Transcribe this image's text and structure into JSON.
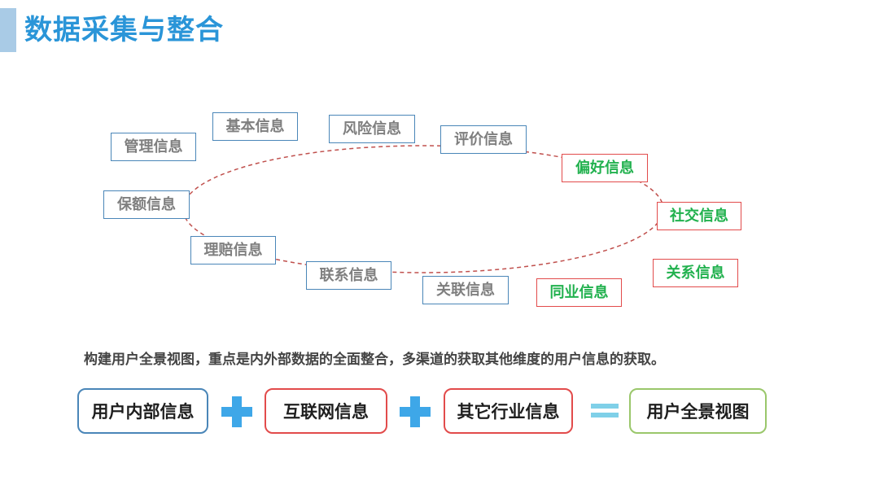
{
  "title": "数据采集与整合",
  "tags": {
    "basic": "基本信息",
    "risk": "风险信息",
    "review": "评价信息",
    "manage": "管理信息",
    "preference": "偏好信息",
    "quota": "保额信息",
    "social": "社交信息",
    "claim": "理赔信息",
    "contact": "联系信息",
    "relation": "关系信息",
    "related": "关联信息",
    "industry": "同业信息"
  },
  "caption": "构建用户全景视图，重点是内外部数据的全面整合，多渠道的获取其他维度的用户信息的获取。",
  "equation": {
    "internal": "用户内部信息",
    "internet": "互联网信息",
    "other_industry": "其它行业信息",
    "result": "用户全景视图"
  },
  "colors": {
    "title": "#2a95d8",
    "internal_tag_border": "#4a86b8",
    "internal_tag_text": "#7f7f7f",
    "external_tag_border": "#e24b4b",
    "external_tag_text": "#21b14e",
    "plus": "#3ea7e8",
    "equals": "#7fd0e8",
    "ellipse": "#c0504d",
    "result_border": "#9ac76b"
  }
}
